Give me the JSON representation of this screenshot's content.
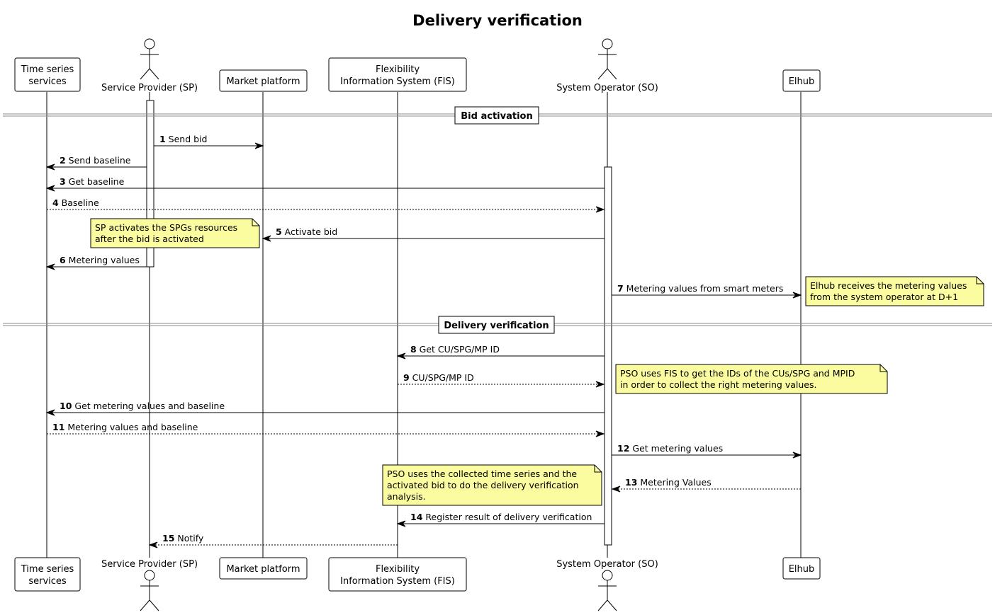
{
  "title": "Delivery verification",
  "participants": [
    {
      "id": "ts",
      "kind": "box",
      "label": [
        "Time series",
        "services"
      ]
    },
    {
      "id": "sp",
      "kind": "actor",
      "label": [
        "Service Provider (SP)"
      ]
    },
    {
      "id": "mp",
      "kind": "box",
      "label": [
        "Market platform"
      ]
    },
    {
      "id": "fis",
      "kind": "box",
      "label": [
        "Flexibility",
        "Information System (FIS)"
      ]
    },
    {
      "id": "so",
      "kind": "actor",
      "label": [
        "System Operator (SO)"
      ]
    },
    {
      "id": "elhub",
      "kind": "box",
      "label": [
        "Elhub"
      ]
    }
  ],
  "groups": [
    {
      "label": "Bid activation"
    },
    {
      "label": "Delivery verification"
    }
  ],
  "messages": [
    {
      "n": "1",
      "text": "Send bid",
      "from": "sp",
      "to": "mp",
      "style": "solid"
    },
    {
      "n": "2",
      "text": "Send baseline",
      "from": "sp",
      "to": "ts",
      "style": "solid"
    },
    {
      "n": "3",
      "text": "Get baseline",
      "from": "so",
      "to": "ts",
      "style": "solid"
    },
    {
      "n": "4",
      "text": "Baseline",
      "from": "ts",
      "to": "so",
      "style": "dashed"
    },
    {
      "n": "5",
      "text": "Activate bid",
      "from": "so",
      "to": "mp",
      "style": "solid"
    },
    {
      "n": "6",
      "text": "Metering values",
      "from": "sp",
      "to": "ts",
      "style": "solid"
    },
    {
      "n": "7",
      "text": "Metering values from smart meters",
      "from": "so",
      "to": "elhub",
      "style": "solid"
    },
    {
      "n": "8",
      "text": "Get CU/SPG/MP ID",
      "from": "so",
      "to": "fis",
      "style": "solid"
    },
    {
      "n": "9",
      "text": "CU/SPG/MP ID",
      "from": "fis",
      "to": "so",
      "style": "dashed"
    },
    {
      "n": "10",
      "text": "Get metering values and baseline",
      "from": "so",
      "to": "ts",
      "style": "solid"
    },
    {
      "n": "11",
      "text": "Metering values and baseline",
      "from": "ts",
      "to": "so",
      "style": "dashed"
    },
    {
      "n": "12",
      "text": "Get metering values",
      "from": "so",
      "to": "elhub",
      "style": "solid"
    },
    {
      "n": "13",
      "text": "Metering Values",
      "from": "elhub",
      "to": "so",
      "style": "dashed"
    },
    {
      "n": "14",
      "text": "Register result of delivery verification",
      "from": "so",
      "to": "fis",
      "style": "solid"
    },
    {
      "n": "15",
      "text": "Notify",
      "from": "fis",
      "to": "sp",
      "style": "dashed"
    }
  ],
  "notes": [
    {
      "lines": [
        "SP activates the SPGs resources",
        "after the bid is activated"
      ]
    },
    {
      "lines": [
        "Elhub receives the metering values",
        "from the system operator at D+1"
      ]
    },
    {
      "lines": [
        "PSO uses FIS to get the IDs of the CUs/SPG and MPID",
        "in order to collect the right metering values."
      ]
    },
    {
      "lines": [
        "PSO uses the collected time series and the",
        "activated bid to do the delivery verification",
        "analysis."
      ]
    }
  ],
  "colors": {
    "note_fill": "#fbfb9f",
    "line": "#000000",
    "separator": "#888888"
  }
}
